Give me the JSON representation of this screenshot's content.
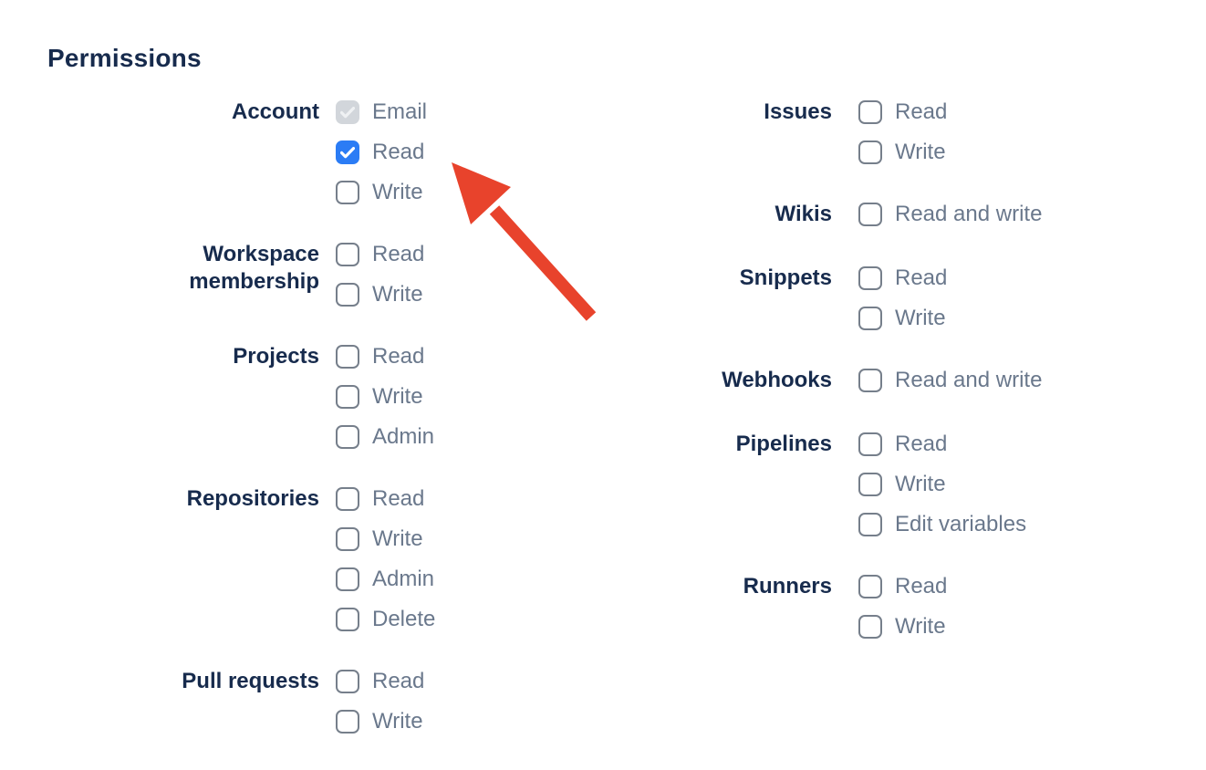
{
  "page": {
    "title": "Permissions"
  },
  "colors": {
    "heading_text": "#172b4d",
    "option_text": "#6a788c",
    "checkbox_border": "#767f8b",
    "checked_blue": "#2b7cf5",
    "disabled_checked_bg": "#d2d6db",
    "arrow_red": "#e8432c"
  },
  "annotation": {
    "arrow_target": "Account Read checkbox"
  },
  "permissions": {
    "left_groups": [
      {
        "label": "Account",
        "options": [
          {
            "label": "Email",
            "state": "disabled-checked"
          },
          {
            "label": "Read",
            "state": "checked"
          },
          {
            "label": "Write",
            "state": "unchecked"
          }
        ]
      },
      {
        "label": "Workspace membership",
        "options": [
          {
            "label": "Read",
            "state": "unchecked"
          },
          {
            "label": "Write",
            "state": "unchecked"
          }
        ]
      },
      {
        "label": "Projects",
        "options": [
          {
            "label": "Read",
            "state": "unchecked"
          },
          {
            "label": "Write",
            "state": "unchecked"
          },
          {
            "label": "Admin",
            "state": "unchecked"
          }
        ]
      },
      {
        "label": "Repositories",
        "options": [
          {
            "label": "Read",
            "state": "unchecked"
          },
          {
            "label": "Write",
            "state": "unchecked"
          },
          {
            "label": "Admin",
            "state": "unchecked"
          },
          {
            "label": "Delete",
            "state": "unchecked"
          }
        ]
      },
      {
        "label": "Pull requests",
        "options": [
          {
            "label": "Read",
            "state": "unchecked"
          },
          {
            "label": "Write",
            "state": "unchecked"
          }
        ]
      }
    ],
    "right_groups": [
      {
        "label": "Issues",
        "options": [
          {
            "label": "Read",
            "state": "unchecked"
          },
          {
            "label": "Write",
            "state": "unchecked"
          }
        ]
      },
      {
        "label": "Wikis",
        "options": [
          {
            "label": "Read and write",
            "state": "unchecked"
          }
        ]
      },
      {
        "label": "Snippets",
        "options": [
          {
            "label": "Read",
            "state": "unchecked"
          },
          {
            "label": "Write",
            "state": "unchecked"
          }
        ]
      },
      {
        "label": "Webhooks",
        "options": [
          {
            "label": "Read and write",
            "state": "unchecked"
          }
        ]
      },
      {
        "label": "Pipelines",
        "options": [
          {
            "label": "Read",
            "state": "unchecked"
          },
          {
            "label": "Write",
            "state": "unchecked"
          },
          {
            "label": "Edit variables",
            "state": "unchecked"
          }
        ]
      },
      {
        "label": "Runners",
        "options": [
          {
            "label": "Read",
            "state": "unchecked"
          },
          {
            "label": "Write",
            "state": "unchecked"
          }
        ]
      }
    ]
  }
}
